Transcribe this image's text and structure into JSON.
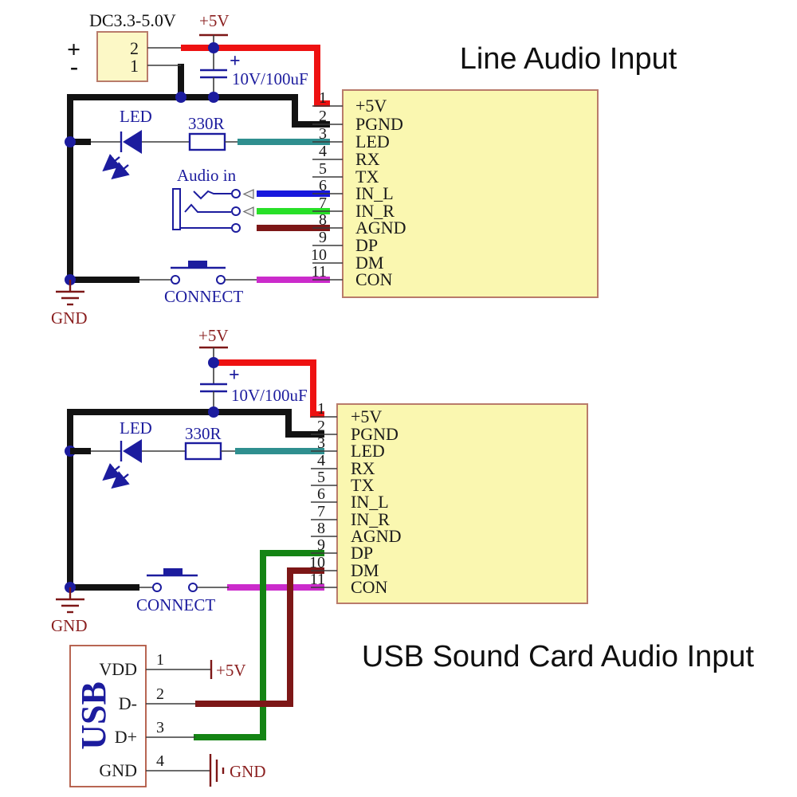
{
  "titles": {
    "top": "Line Audio Input",
    "bottom": "USB Sound Card Audio Input"
  },
  "colors": {
    "red": "#ee1111",
    "black": "#121212",
    "teal": "#2f8f8f",
    "blue": "#1717dd",
    "green-bright": "#28e028",
    "maroon": "#7d1717",
    "magenta": "#cb2bcb",
    "green-dark": "#148414",
    "navy": "#1c1c9e",
    "module-fill": "#faf7b0",
    "module-border": "#b97b6b",
    "dc-fill": "#fcf8c6",
    "text-maroon": "#8b2020",
    "usb-border": "#b05540"
  },
  "top_circuit": {
    "dc_label": "DC3.3-5.0V",
    "dc_plus": "+",
    "dc_minus": "-",
    "dc_pin2": "2",
    "dc_pin1": "1",
    "rail_5v": "+5V",
    "cap_value": "10V/100uF",
    "cap_polarity": "+",
    "led_label": "LED",
    "resistor_value": "330R",
    "audio_in_label": "Audio in",
    "connect_label": "CONNECT",
    "gnd_label": "GND",
    "module_pins": [
      {
        "num": "1",
        "label": "+5V"
      },
      {
        "num": "2",
        "label": "PGND"
      },
      {
        "num": "3",
        "label": "LED"
      },
      {
        "num": "4",
        "label": "RX"
      },
      {
        "num": "5",
        "label": "TX"
      },
      {
        "num": "6",
        "label": "IN_L"
      },
      {
        "num": "7",
        "label": "IN_R"
      },
      {
        "num": "8",
        "label": "AGND"
      },
      {
        "num": "9",
        "label": "DP"
      },
      {
        "num": "10",
        "label": "DM"
      },
      {
        "num": "11",
        "label": "CON"
      }
    ]
  },
  "bottom_circuit": {
    "rail_5v": "+5V",
    "cap_value": "10V/100uF",
    "cap_polarity": "+",
    "led_label": "LED",
    "resistor_value": "330R",
    "connect_label": "CONNECT",
    "gnd_label": "GND",
    "module_pins": [
      {
        "num": "1",
        "label": "+5V"
      },
      {
        "num": "2",
        "label": "PGND"
      },
      {
        "num": "3",
        "label": "LED"
      },
      {
        "num": "4",
        "label": "RX"
      },
      {
        "num": "5",
        "label": "TX"
      },
      {
        "num": "6",
        "label": "IN_L"
      },
      {
        "num": "7",
        "label": "IN_R"
      },
      {
        "num": "8",
        "label": "AGND"
      },
      {
        "num": "9",
        "label": "DP"
      },
      {
        "num": "10",
        "label": "DM"
      },
      {
        "num": "11",
        "label": "CON"
      }
    ],
    "usb": {
      "label": "USB",
      "pin1_num": "1",
      "pin1_name": "VDD",
      "pin1_net": "+5V",
      "pin2_num": "2",
      "pin2_name": "D-",
      "pin3_num": "3",
      "pin3_name": "D+",
      "pin4_num": "4",
      "pin4_name": "GND",
      "pin4_net": "GND"
    }
  }
}
